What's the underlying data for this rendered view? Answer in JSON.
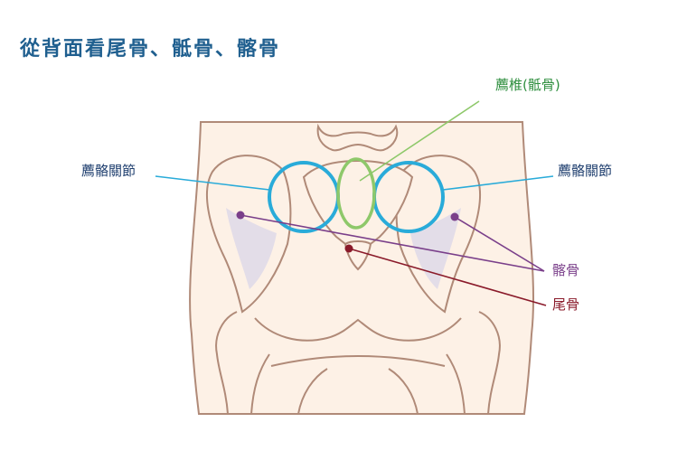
{
  "title": "從背面看尾骨、骶骨、髂骨",
  "labels": {
    "sacrum": "薦椎(骶骨)",
    "si_joint_left": "薦骼關節",
    "si_joint_right": "薦骼關節",
    "ilium": "髂骨",
    "coccyx": "尾骨"
  },
  "colors": {
    "title": "#1f5f8f",
    "sacrum": "#2f8f3f",
    "si_joint": "#1f3f6f",
    "ilium": "#7a3f8a",
    "coccyx": "#8a1a2a",
    "cyan_ring": "#29abd9",
    "green_ring": "#8ec86a",
    "bone_outline": "#b08a78",
    "skin": "#fdf1e6",
    "shadow": "#e3dde8"
  }
}
